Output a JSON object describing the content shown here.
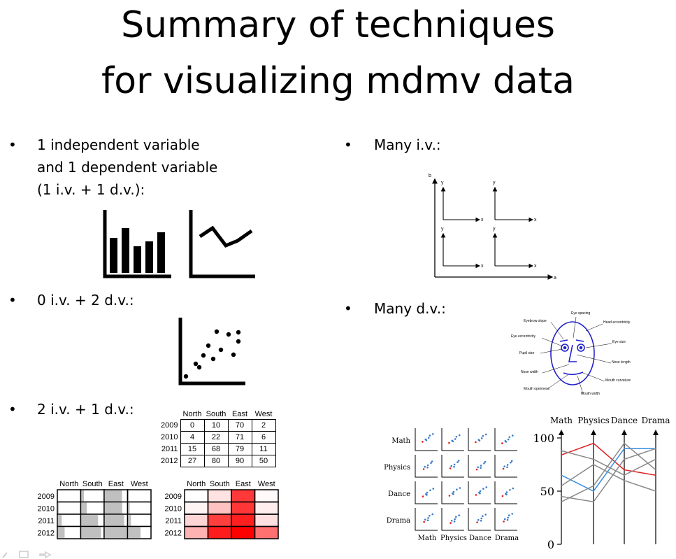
{
  "title": {
    "line1": "Summary of techniques",
    "line2": "for visualizing mdmv data"
  },
  "bullets": {
    "b1_line1": "1 independent  variable",
    "b1_line2": "and 1 dependent  variable",
    "b1_line3": "(1 i.v. + 1 d.v.):",
    "b2": "0 i.v. + 2 d.v.:",
    "b3": "2 i.v. + 1 d.v.:",
    "b4": "Many i.v.:",
    "b5": "Many d.v.:"
  },
  "bullet_glyph": "•",
  "many_iv_axes": {
    "b": "b",
    "a": "a",
    "x": "x",
    "y": "y"
  },
  "face_labels": {
    "eye_spacing": "Eye spacing",
    "eyebrow_slope": "Eyebrow slope",
    "head_ecc": "Head eccentricity",
    "eye_ecc": "Eye eccentricity",
    "eye_size": "Eye size",
    "pupil_size": "Pupil size",
    "nose_length": "Nose length",
    "nose_width": "Nose width",
    "mouth_curv": "Mouth curvature",
    "mouth_open": "Mouth openness",
    "mouth_width": "Mouth width"
  },
  "table": {
    "columns": [
      "North",
      "South",
      "East",
      "West"
    ],
    "rows": [
      {
        "year": "2009",
        "values": [
          "0",
          "10",
          "70",
          "2"
        ]
      },
      {
        "year": "2010",
        "values": [
          "4",
          "22",
          "71",
          "6"
        ]
      },
      {
        "year": "2011",
        "values": [
          "15",
          "68",
          "79",
          "11"
        ]
      },
      {
        "year": "2012",
        "values": [
          "27",
          "80",
          "90",
          "50"
        ]
      }
    ]
  },
  "grid_tables": {
    "columns": [
      "North",
      "South",
      "East",
      "West"
    ],
    "years": [
      "2009",
      "2010",
      "2011",
      "2012"
    ],
    "values": [
      [
        0,
        10,
        70,
        2
      ],
      [
        4,
        22,
        71,
        6
      ],
      [
        15,
        68,
        79,
        11
      ],
      [
        27,
        80,
        90,
        50
      ]
    ],
    "max": 90,
    "bar_color": "#c0c0c0",
    "heat_color": "#ff0000"
  },
  "scatter_matrix": {
    "labels": [
      "Math",
      "Physics",
      "Dance",
      "Drama"
    ]
  },
  "parallel": {
    "axes": [
      "Math",
      "Physics",
      "Dance",
      "Drama"
    ],
    "ticks": [
      "100",
      "50",
      "0"
    ]
  }
}
